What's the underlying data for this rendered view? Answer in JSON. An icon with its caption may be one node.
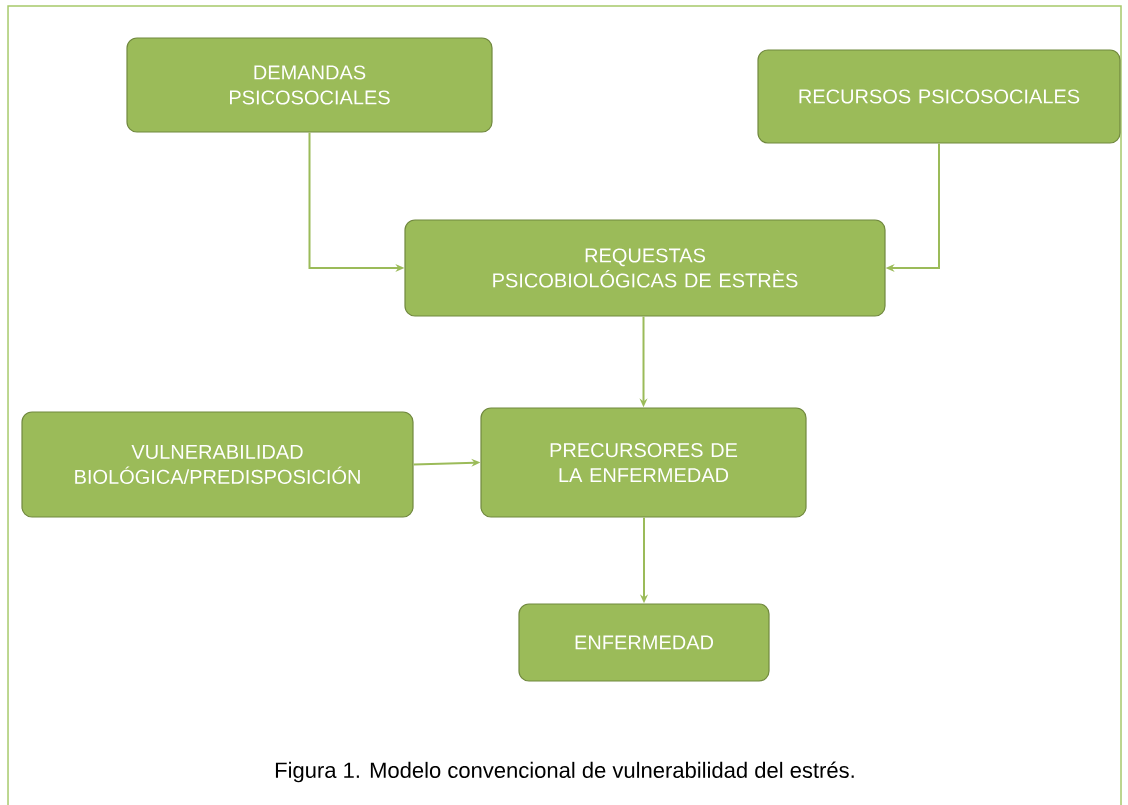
{
  "diagram": {
    "caption": "Figura 1. Modelo convencional de vulnerabilidad del estrés.",
    "nodes": [
      {
        "text": [
          "DEMANDAS PSICOSOCIALES"
        ]
      },
      {
        "text": [
          "RECURSOS PSICOSOCIALES"
        ]
      },
      {
        "text": [
          "REQUESTAS PSICOBIOLÓGICAS DE ESTRÈS"
        ]
      },
      {
        "text": [
          "VULNERABILIDAD BIOLÓGICA/PREDISPOSICIÓN"
        ]
      },
      {
        "text": [
          "PRECURSORES DE LA ENFERMEDAD"
        ]
      },
      {
        "text": [
          "ENFERMEDAD"
        ]
      }
    ],
    "edges": [
      {
        "from": 0,
        "to": 2,
        "arrow": "to"
      },
      {
        "from": 1,
        "to": 2,
        "arrow": "to"
      },
      {
        "from": 2,
        "to": 4,
        "arrow": "to"
      },
      {
        "from": 3,
        "to": 4,
        "arrow": "to"
      },
      {
        "from": 4,
        "to": 5,
        "arrow": "to"
      }
    ]
  }
}
